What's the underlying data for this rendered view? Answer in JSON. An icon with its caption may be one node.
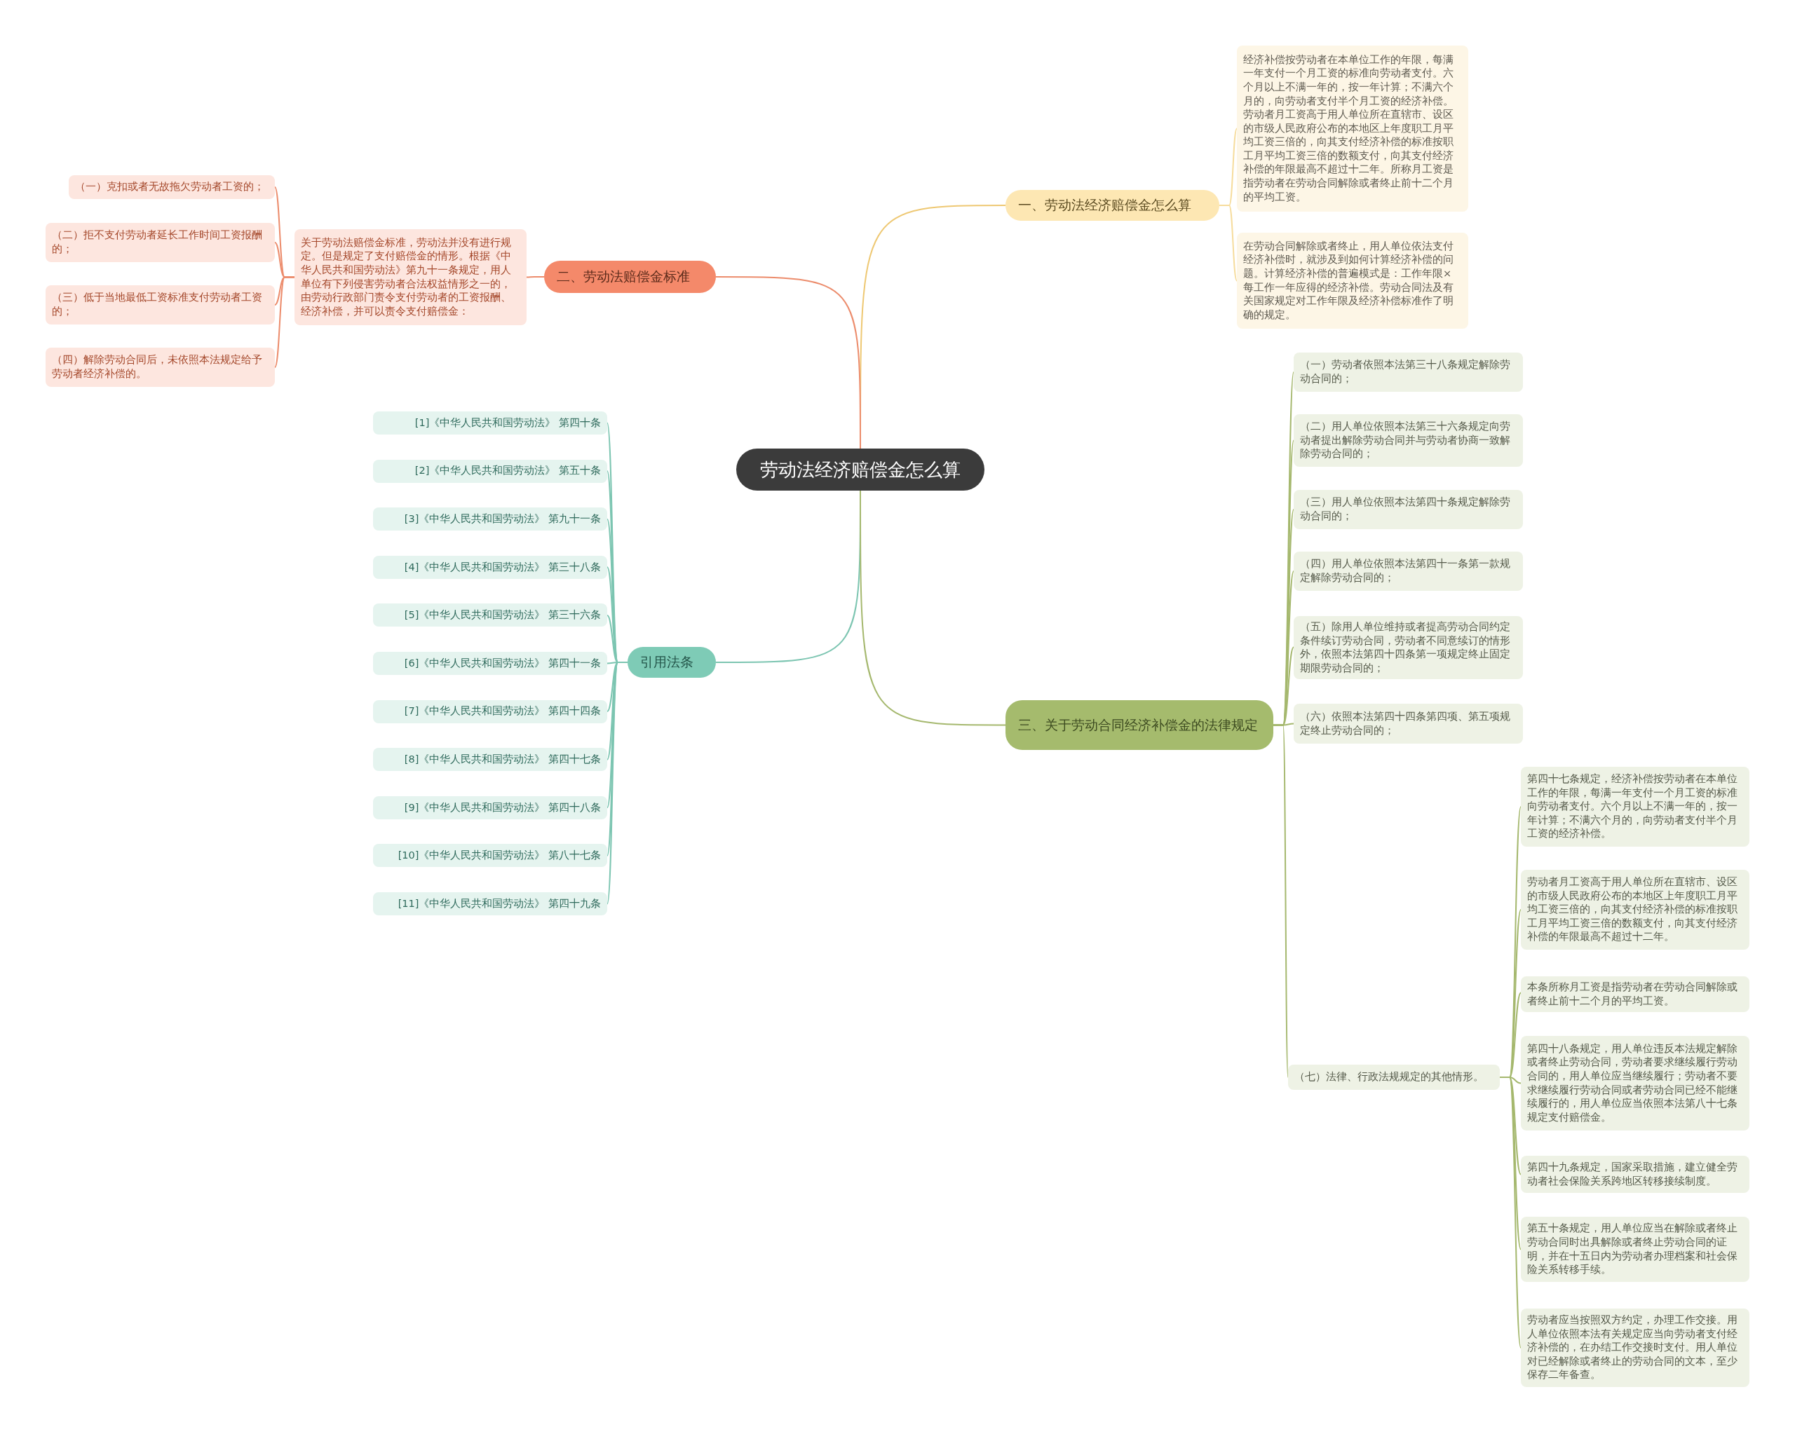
{
  "diagram": {
    "nodes": [
      {
        "text": [
          "劳动法经济赔偿金怎么算"
        ]
      },
      {
        "text": [
          "一、劳动法经济赔偿金怎么算"
        ]
      },
      {
        "text": [
          "经济补偿按劳动者在本单位工作的年限，每满一年支付一个月工资的标准向劳动者支付。六个月以上不满一年的，按一年计算；不满六个月的，向劳动者支付半个月工资的经济补偿。劳动者月工资高于用人单位所在直辖市、设区的市级人民政府公布的本地区上年度职工月平均工资三倍的，向其支付经济补偿的标准按职工月平均工资三倍的数额支付，向其支付经济补偿的年限最高不超过十二年。所称月工资是指劳动者在劳动合同解除或者终止前十二个月的平均工资。"
        ]
      },
      {
        "text": [
          "在劳动合同解除或者终止，用人单位依法支付经济补偿时，就涉及到如何计算经济补偿的问题。计算经济补偿的普遍模式是：工作年限×每工作一年应得的经济补偿。劳动合同法及有关国家规定对工作年限及经济补偿标准作了明确的规定。"
        ]
      },
      {
        "text": [
          "二、劳动法赔偿金标准"
        ]
      },
      {
        "text": [
          "关于劳动法赔偿金标准，劳动法并没有进行规定。但是规定了支付赔偿金的情形。根据《中华人民共和国劳动法》第九十一条规定，用人单位有下列侵害劳动者合法权益情形之一的，由劳动行政部门责令支付劳动者的工资报酬、经济补偿，并可以责令支付赔偿金："
        ]
      },
      {
        "text": [
          "（一）克扣或者无故拖欠劳动者工资的；"
        ]
      },
      {
        "text": [
          "（二）拒不支付劳动者延长工作时间工资报酬的；"
        ]
      },
      {
        "text": [
          "（三）低于当地最低工资标准支付劳动者工资的；"
        ]
      },
      {
        "text": [
          "（四）解除劳动合同后，未依照本法规定给予劳动者经济补偿的。"
        ]
      },
      {
        "text": [
          "引用法条"
        ]
      },
      {
        "text": [
          "[1]《中华人民共和国劳动法》 第四十条"
        ]
      },
      {
        "text": [
          "[2]《中华人民共和国劳动法》 第五十条"
        ]
      },
      {
        "text": [
          "[3]《中华人民共和国劳动法》 第九十一条"
        ]
      },
      {
        "text": [
          "[4]《中华人民共和国劳动法》 第三十八条"
        ]
      },
      {
        "text": [
          "[5]《中华人民共和国劳动法》 第三十六条"
        ]
      },
      {
        "text": [
          "[6]《中华人民共和国劳动法》 第四十一条"
        ]
      },
      {
        "text": [
          "[7]《中华人民共和国劳动法》 第四十四条"
        ]
      },
      {
        "text": [
          "[8]《中华人民共和国劳动法》 第四十七条"
        ]
      },
      {
        "text": [
          "[9]《中华人民共和国劳动法》 第四十八条"
        ]
      },
      {
        "text": [
          "[10]《中华人民共和国劳动法》 第八十七条"
        ]
      },
      {
        "text": [
          "[11]《中华人民共和国劳动法》 第四十九条"
        ]
      },
      {
        "text": [
          "三、关于劳动合同经济补偿金的法律规定"
        ]
      },
      {
        "text": [
          "（一）劳动者依照本法第三十八条规定解除劳动合同的；"
        ]
      },
      {
        "text": [
          "（二）用人单位依照本法第三十六条规定向劳动者提出解除劳动合同并与劳动者协商一致解除劳动合同的；"
        ]
      },
      {
        "text": [
          "（三）用人单位依照本法第四十条规定解除劳动合同的；"
        ]
      },
      {
        "text": [
          "（四）用人单位依照本法第四十一条第一款规定解除劳动合同的；"
        ]
      },
      {
        "text": [
          "（五）除用人单位维持或者提高劳动合同约定条件续订劳动合同，劳动者不同意续订的情形外，依照本法第四十四条第一项规定终止固定期限劳动合同的；"
        ]
      },
      {
        "text": [
          "（六）依照本法第四十四条第四项、第五项规定终止劳动合同的；"
        ]
      },
      {
        "text": [
          "（七）法律、行政法规规定的其他情形。"
        ]
      },
      {
        "text": [
          "第四十七条规定，经济补偿按劳动者在本单位工作的年限，每满一年支付一个月工资的标准向劳动者支付。六个月以上不满一年的，按一年计算；不满六个月的，向劳动者支付半个月工资的经济补偿。"
        ]
      },
      {
        "text": [
          "劳动者月工资高于用人单位所在直辖市、设区的市级人民政府公布的本地区上年度职工月平均工资三倍的，向其支付经济补偿的标准按职工月平均工资三倍的数额支付，向其支付经济补偿的年限最高不超过十二年。"
        ]
      },
      {
        "text": [
          "本条所称月工资是指劳动者在劳动合同解除或者终止前十二个月的平均工资。"
        ]
      },
      {
        "text": [
          "第四十八条规定，用人单位违反本法规定解除或者终止劳动合同，劳动者要求继续履行劳动合同的，用人单位应当继续履行；劳动者不要求继续履行劳动合同或者劳动合同已经不能继续履行的，用人单位应当依照本法第八十七条规定支付赔偿金。"
        ]
      },
      {
        "text": [
          "第四十九条规定，国家采取措施，建立健全劳动者社会保险关系跨地区转移接续制度。"
        ]
      },
      {
        "text": [
          "第五十条规定，用人单位应当在解除或者终止劳动合同时出具解除或者终止劳动合同的证明，并在十五日内为劳动者办理档案和社会保险关系转移手续。"
        ]
      },
      {
        "text": [
          "劳动者应当按照双方约定，办理工作交接。用人单位依照本法有关规定应当向劳动者支付经济补偿的，在办结工作交接时支付。用人单位对已经解除或者终止的劳动合同的文本，至少保存二年备查。"
        ]
      }
    ],
    "edges": [
      {
        "from": 0,
        "to": 1,
        "arrow": "none",
        "color": "#eec873"
      },
      {
        "from": 0,
        "to": 4,
        "arrow": "none",
        "color": "#ec8c6c"
      },
      {
        "from": 0,
        "to": 10,
        "arrow": "none",
        "color": "#7cc5b1"
      },
      {
        "from": 0,
        "to": 22,
        "arrow": "none"
      },
      {
        "from": 1,
        "to": 2,
        "arrow": "none",
        "color": "#f6dc9c"
      },
      {
        "from": 1,
        "to": 3,
        "arrow": "none",
        "color": "#f6dc9c"
      },
      {
        "from": 4,
        "to": 5,
        "arrow": "none",
        "color": "#ec8c6c"
      },
      {
        "from": 5,
        "to": 6,
        "arrow": "none",
        "color": "#ec8c6c"
      },
      {
        "from": 5,
        "to": 7,
        "arrow": "none",
        "color": "#ec8c6c"
      },
      {
        "from": 5,
        "to": 8,
        "arrow": "none",
        "color": "#ec8c6c"
      },
      {
        "from": 5,
        "to": 9,
        "arrow": "none",
        "color": "#ec8c6c"
      },
      {
        "from": 10,
        "to": 11,
        "arrow": "none",
        "color": "#7cc5b1"
      },
      {
        "from": 10,
        "to": 12,
        "arrow": "none",
        "color": "#7cc5b1"
      },
      {
        "from": 10,
        "to": 13,
        "arrow": "none",
        "color": "#7cc5b1"
      },
      {
        "from": 10,
        "to": 14,
        "arrow": "none",
        "color": "#7cc5b1"
      },
      {
        "from": 10,
        "to": 15,
        "arrow": "none",
        "color": "#7cc5b1"
      },
      {
        "from": 10,
        "to": 16,
        "arrow": "none",
        "color": "#7cc5b1"
      },
      {
        "from": 10,
        "to": 17,
        "arrow": "none",
        "color": "#7cc5b1"
      },
      {
        "from": 10,
        "to": 18,
        "arrow": "none",
        "color": "#7cc5b1"
      },
      {
        "from": 10,
        "to": 19,
        "arrow": "none",
        "color": "#7cc5b1"
      },
      {
        "from": 10,
        "to": 20,
        "arrow": "none",
        "color": "#7cc5b1"
      },
      {
        "from": 10,
        "to": 21,
        "arrow": "none",
        "color": "#7cc5b1"
      },
      {
        "from": 22,
        "to": 23,
        "arrow": "none"
      },
      {
        "from": 22,
        "to": 24,
        "arrow": "none"
      },
      {
        "from": 22,
        "to": 25,
        "arrow": "none"
      },
      {
        "from": 22,
        "to": 26,
        "arrow": "none"
      },
      {
        "from": 22,
        "to": 27,
        "arrow": "none"
      },
      {
        "from": 22,
        "to": 28,
        "arrow": "none"
      },
      {
        "from": 22,
        "to": 29,
        "arrow": "none"
      },
      {
        "from": 29,
        "to": 30,
        "arrow": "none"
      },
      {
        "from": 29,
        "to": 31,
        "arrow": "none"
      },
      {
        "from": 29,
        "to": 32,
        "arrow": "none"
      },
      {
        "from": 29,
        "to": 33,
        "arrow": "none"
      },
      {
        "from": 29,
        "to": 34,
        "arrow": "none"
      },
      {
        "from": 29,
        "to": 35,
        "arrow": "none"
      },
      {
        "from": 29,
        "to": 36,
        "arrow": "none"
      }
    ]
  }
}
